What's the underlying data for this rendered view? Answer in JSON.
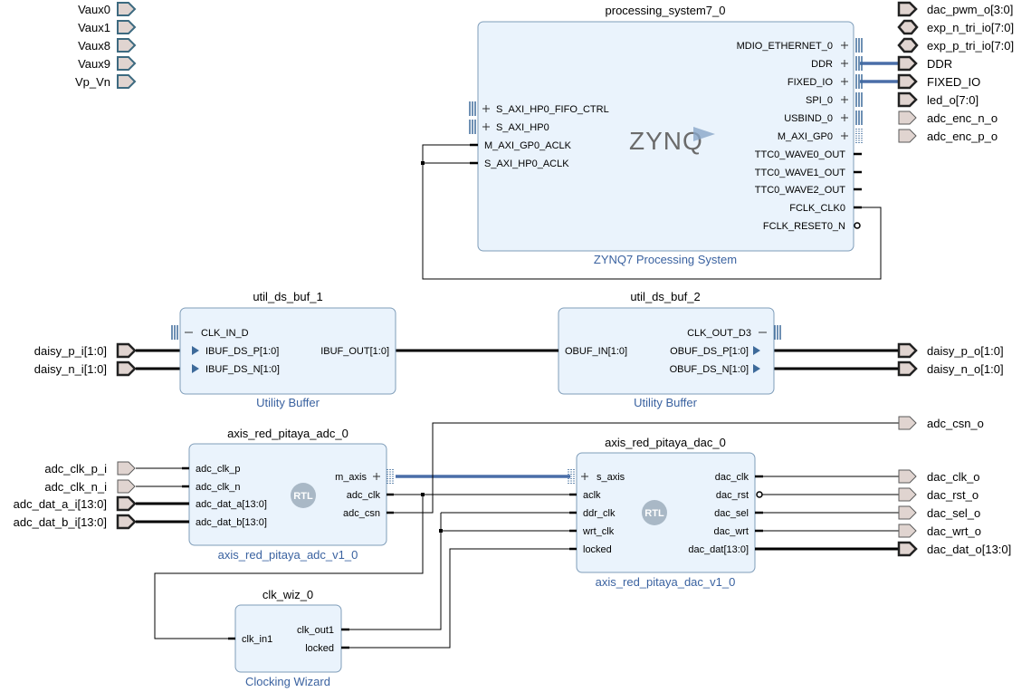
{
  "diagram": {
    "zynq": {
      "instance": "processing_system7_0",
      "subtitle": "ZYNQ7 Processing System",
      "logo": "ZYNQ",
      "right_pins": [
        "MDIO_ETHERNET_0",
        "DDR",
        "FIXED_IO",
        "SPI_0",
        "USBIND_0",
        "M_AXI_GP0",
        "TTC0_WAVE0_OUT",
        "TTC0_WAVE1_OUT",
        "TTC0_WAVE2_OUT",
        "FCLK_CLK0",
        "FCLK_RESET0_N"
      ],
      "left_pins": [
        "S_AXI_HP0_FIFO_CTRL",
        "S_AXI_HP0",
        "M_AXI_GP0_ACLK",
        "S_AXI_HP0_ACLK"
      ]
    },
    "buf1": {
      "instance": "util_ds_buf_1",
      "subtitle": "Utility Buffer",
      "left_pins": [
        "CLK_IN_D",
        "IBUF_DS_P[1:0]",
        "IBUF_DS_N[1:0]"
      ],
      "right_pins": [
        "IBUF_OUT[1:0]"
      ]
    },
    "buf2": {
      "instance": "util_ds_buf_2",
      "subtitle": "Utility Buffer",
      "left_pins": [
        "OBUF_IN[1:0]"
      ],
      "right_pins": [
        "CLK_OUT_D3",
        "OBUF_DS_P[1:0]",
        "OBUF_DS_N[1:0]"
      ]
    },
    "adc": {
      "instance": "axis_red_pitaya_adc_0",
      "subtitle": "axis_red_pitaya_adc_v1_0",
      "badge": "RTL",
      "left_pins": [
        "adc_clk_p",
        "adc_clk_n",
        "adc_dat_a[13:0]",
        "adc_dat_b[13:0]"
      ],
      "right_pins": [
        "m_axis",
        "adc_clk",
        "adc_csn"
      ]
    },
    "dac": {
      "instance": "axis_red_pitaya_dac_0",
      "subtitle": "axis_red_pitaya_dac_v1_0",
      "badge": "RTL",
      "left_pins": [
        "s_axis",
        "aclk",
        "ddr_clk",
        "wrt_clk",
        "locked"
      ],
      "right_pins": [
        "dac_clk",
        "dac_rst",
        "dac_sel",
        "dac_wrt",
        "dac_dat[13:0]"
      ]
    },
    "clkwiz": {
      "instance": "clk_wiz_0",
      "subtitle": "Clocking Wizard",
      "left_pins": [
        "clk_in1"
      ],
      "right_pins": [
        "clk_out1",
        "locked"
      ]
    },
    "ports_top_left": [
      "Vaux0",
      "Vaux1",
      "Vaux8",
      "Vaux9",
      "Vp_Vn"
    ],
    "ports_top_right": [
      "dac_pwm_o[3:0]",
      "exp_n_tri_io[7:0]",
      "exp_p_tri_io[7:0]",
      "DDR",
      "FIXED_IO",
      "led_o[7:0]",
      "adc_enc_n_o",
      "adc_enc_p_o"
    ],
    "ports_daisy_in": [
      "daisy_p_i[1:0]",
      "daisy_n_i[1:0]"
    ],
    "ports_daisy_out": [
      "daisy_p_o[1:0]",
      "daisy_n_o[1:0]"
    ],
    "ports_adc_in": [
      "adc_clk_p_i",
      "adc_clk_n_i",
      "adc_dat_a_i[13:0]",
      "adc_dat_b_i[13:0]"
    ],
    "ports_dac_out": [
      "adc_csn_o",
      "dac_clk_o",
      "dac_rst_o",
      "dac_sel_o",
      "dac_wrt_o",
      "dac_dat_o[13:0]"
    ]
  },
  "colors": {
    "block_fill": "#eaf3fc",
    "block_border": "#7f9db9",
    "subtitle": "#3a62a0",
    "bus_blue": "#4a6ea8",
    "port_fill": "#e0d4d0"
  }
}
